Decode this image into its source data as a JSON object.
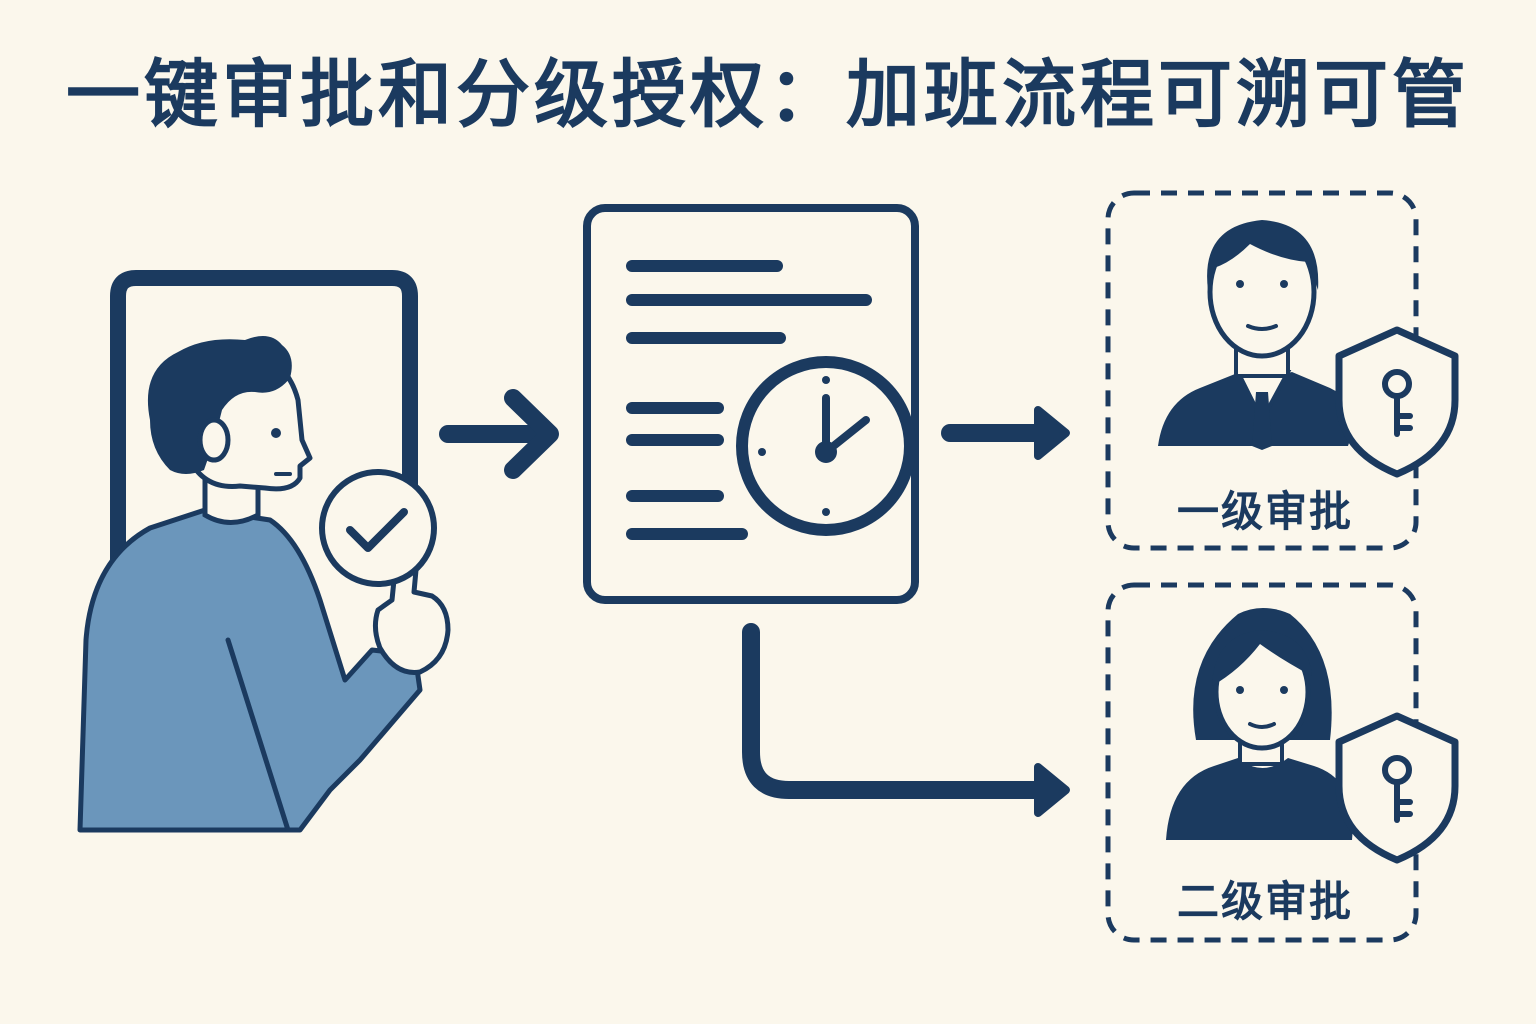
{
  "title": "一键审批和分级授权：加班流程可溯可管",
  "level1": {
    "label": "一级审批"
  },
  "level2": {
    "label": "二级审批"
  }
}
